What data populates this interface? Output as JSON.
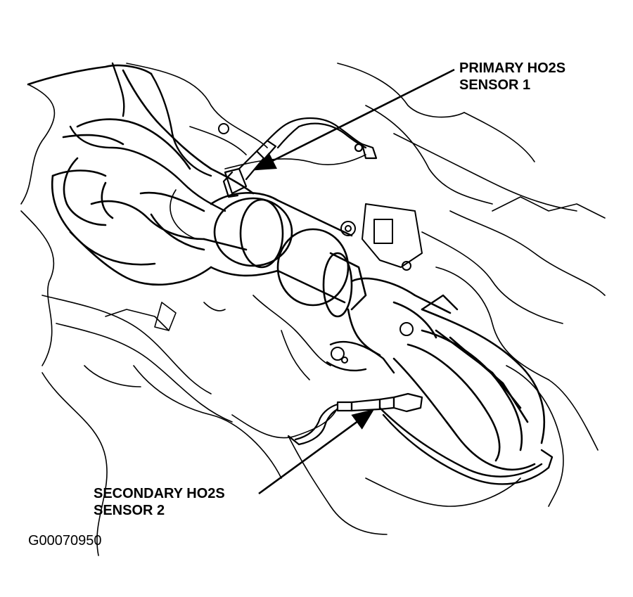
{
  "callouts": {
    "primary": {
      "line1": "PRIMARY HO2S",
      "line2": "SENSOR 1"
    },
    "secondary": {
      "line1": "SECONDARY HO2S",
      "line2": "SENSOR 2"
    }
  },
  "figure_id": "G00070950",
  "colors": {
    "ink": "#000000",
    "background": "#ffffff"
  }
}
